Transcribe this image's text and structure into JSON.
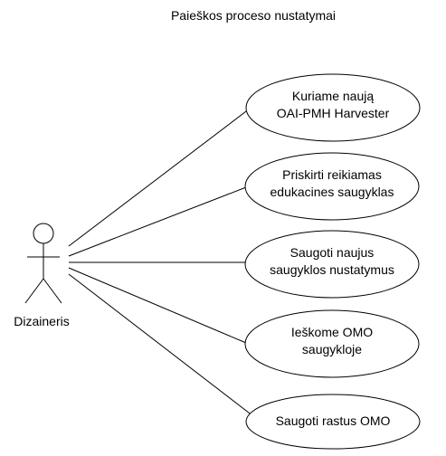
{
  "title": "Paieškos proceso nustatymai",
  "actor": {
    "label": "Dizaineris",
    "icon": "stick-figure-icon"
  },
  "use_cases": [
    {
      "line1": "Kuriame naują",
      "line2": "OAI-PMH Harvester"
    },
    {
      "line1": "Priskirti reikiamas",
      "line2": "edukacines saugyklas"
    },
    {
      "line1": "Saugoti naujus",
      "line2": "saugyklos nustatymus"
    },
    {
      "line1": "Ieškome OMO",
      "line2": "saugykloje"
    },
    {
      "line1": "Saugoti rastus OMO",
      "line2": ""
    }
  ]
}
